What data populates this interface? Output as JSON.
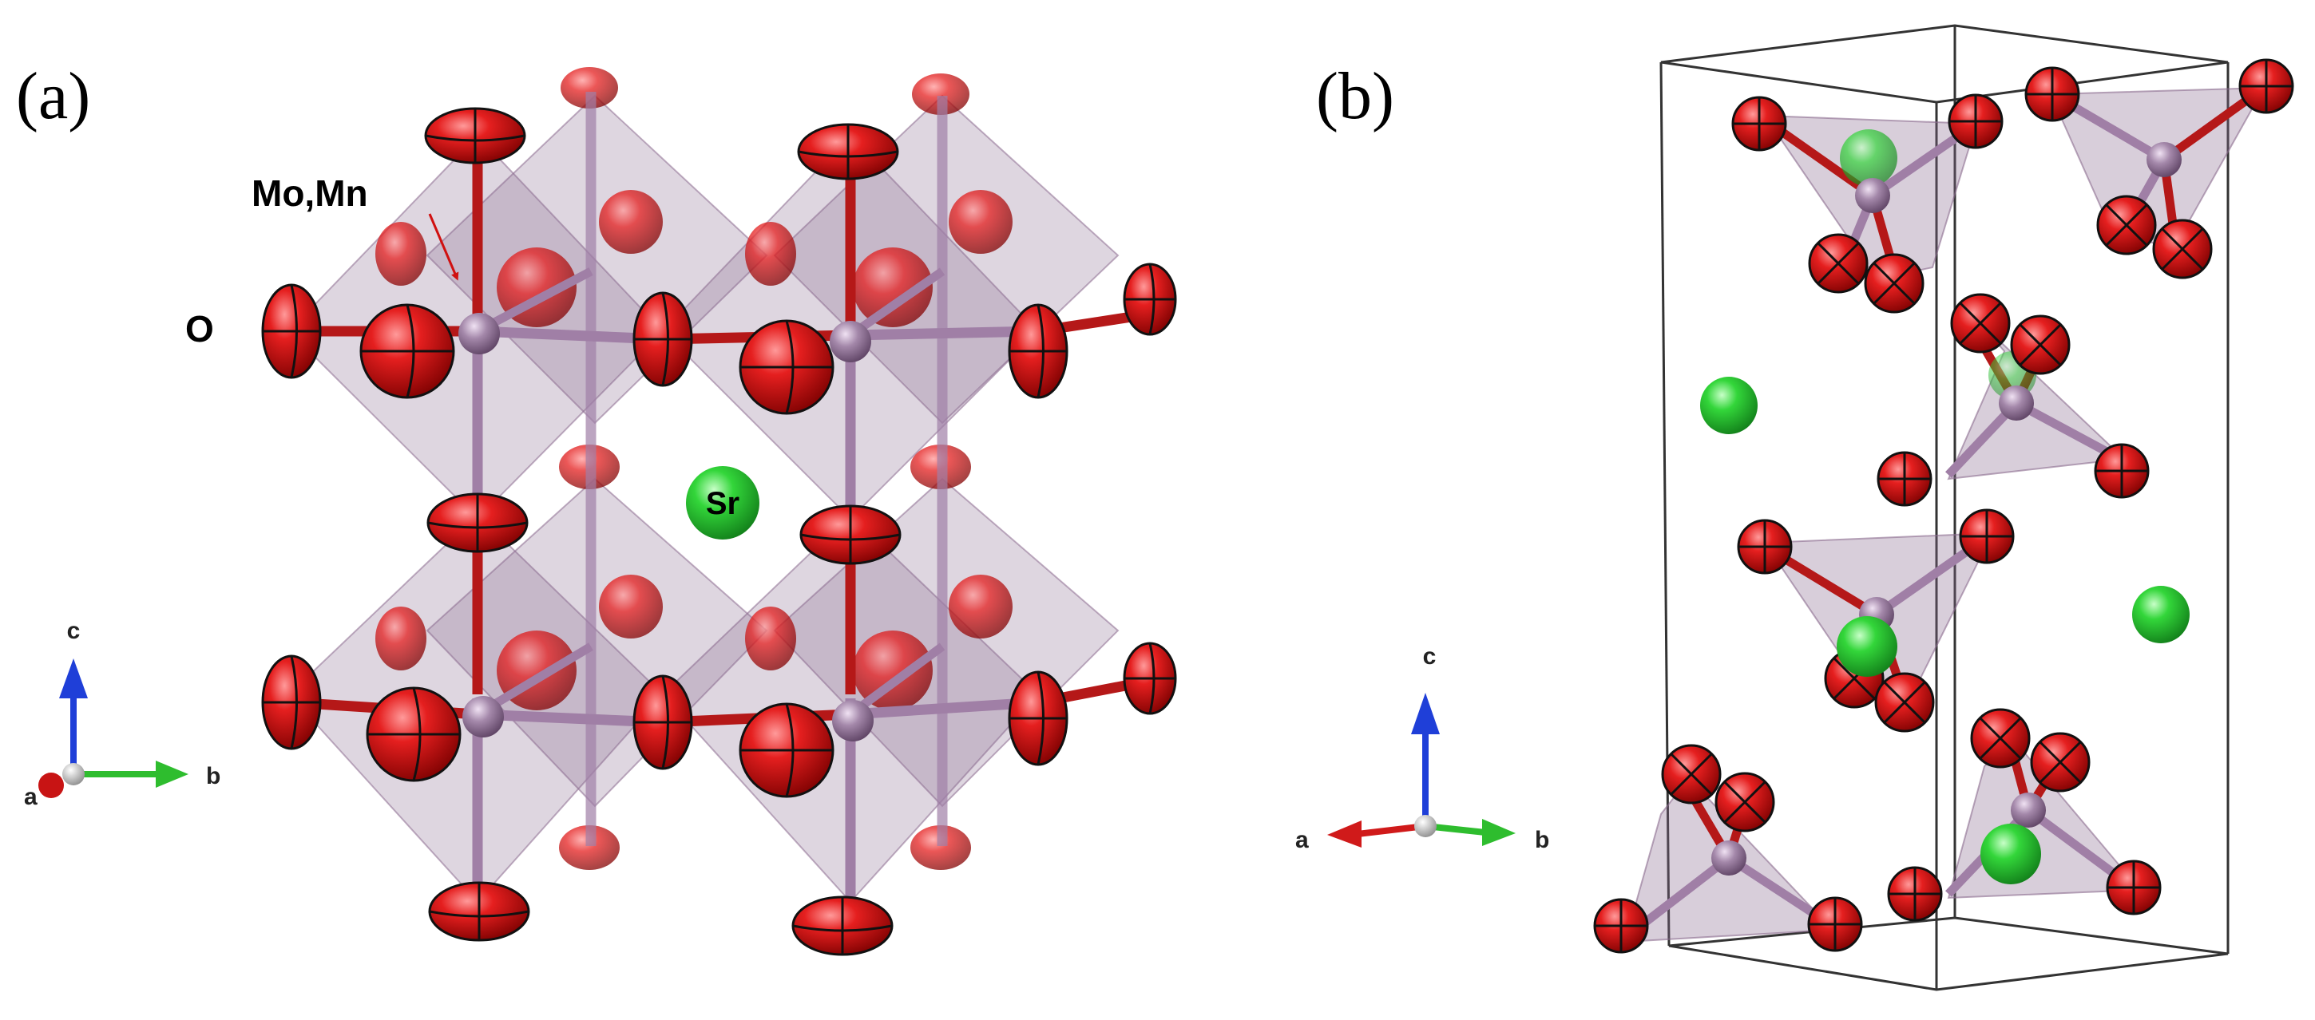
{
  "panel_a": {
    "label": "(a)",
    "atom_labels": {
      "mo_mn": "Mo,Mn",
      "oxygen": "O",
      "strontium": "Sr"
    },
    "axes": {
      "c": "c",
      "a": "a",
      "b": "b"
    }
  },
  "panel_b": {
    "label": "(b)",
    "axes": {
      "c": "c",
      "a": "a",
      "b": "b"
    }
  },
  "colors": {
    "oxygen": "#d41414",
    "strontium": "#22cc33",
    "cation": "#9a7fa0",
    "polyhedron": "#8a6a8e",
    "axis_c": "#1f3fd8",
    "axis_b": "#2ebd2e",
    "axis_a": "#d01a1a"
  }
}
